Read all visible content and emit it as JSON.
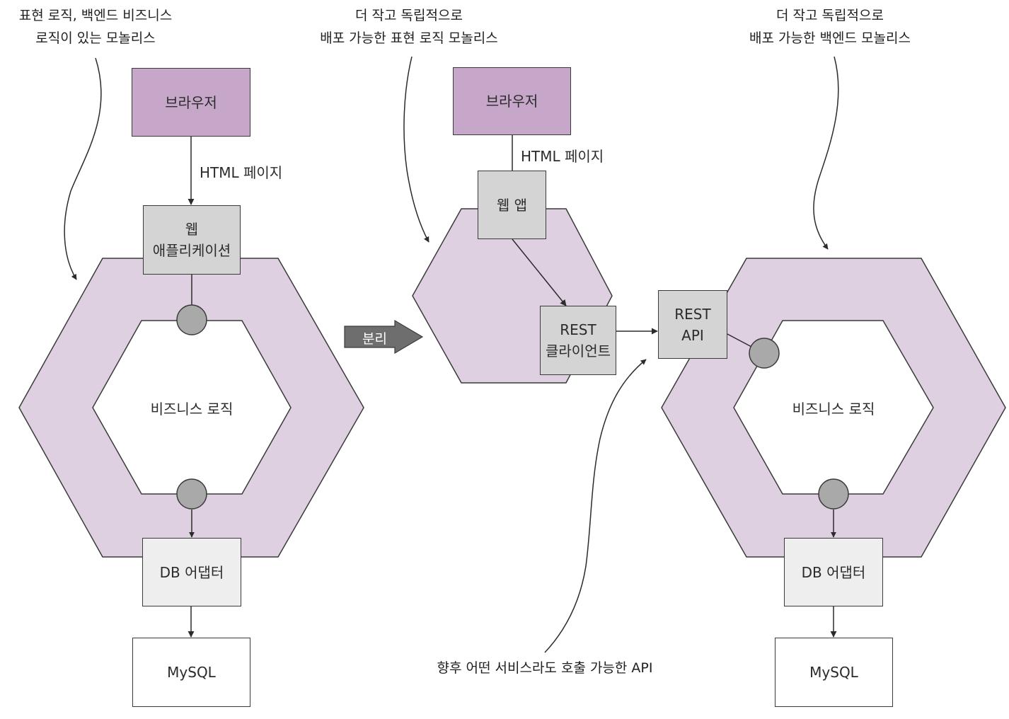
{
  "annotations": {
    "left_monolith": [
      "표현 로직, 백엔드 비즈니스",
      "로직이 있는 모놀리스"
    ],
    "middle_monolith": [
      "더 작고 독립적으로",
      "배포 가능한 표현 로직 모놀리스"
    ],
    "right_monolith": [
      "더 작고 독립적으로",
      "배포 가능한 백엔드 모놀리스"
    ],
    "api_note": "향후 어떤 서비스라도 호출 가능한 API"
  },
  "left": {
    "browser": "브라우저",
    "html_page": "HTML 페이지",
    "web_app_lines": [
      "웹",
      "애플리케이션"
    ],
    "business_logic": "비즈니스 로직",
    "db_adapter": "DB 어댑터",
    "database": "MySQL"
  },
  "split_arrow": {
    "label": "분리"
  },
  "middle": {
    "browser": "브라우저",
    "html_page": "HTML 페이지",
    "web_app": "웹 앱",
    "rest_client_lines": [
      "REST",
      "클라이언트"
    ]
  },
  "right": {
    "rest_api_lines": [
      "REST",
      "API"
    ],
    "business_logic": "비즈니스 로직",
    "db_adapter": "DB 어댑터",
    "database": "MySQL"
  },
  "colors": {
    "hexagon_fill": "#dfd0e1",
    "browser_fill": "#c6a6c9",
    "component_fill": "#d4d4d4",
    "adapter_fill": "#eeeeee",
    "port_fill": "#a9a9a9",
    "split_arrow_fill": "#6e6e6e"
  }
}
